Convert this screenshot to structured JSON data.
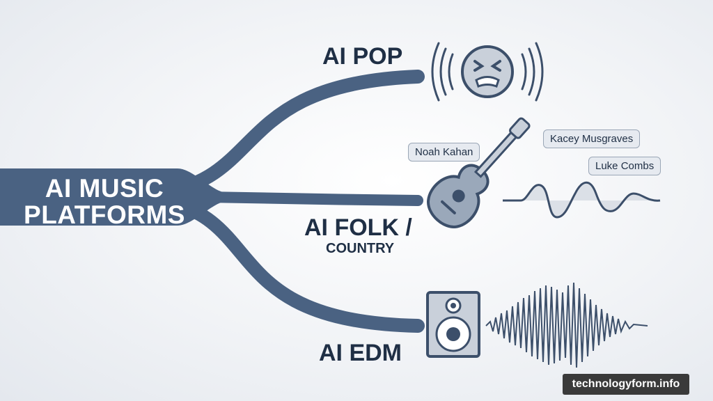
{
  "root": {
    "line1": "AI MUSIC",
    "line2": "PLATFORMS"
  },
  "branches": {
    "pop": {
      "label": "AI POP",
      "icon": "screaming-face-icon"
    },
    "folk": {
      "line1": "AI FOLK /",
      "line2": "COUNTRY",
      "icon": "acoustic-guitar-icon",
      "artists": [
        "Noah Kahan",
        "Kacey Musgraves",
        "Luke Combs"
      ]
    },
    "edm": {
      "label": "AI EDM",
      "icon": "speaker-icon"
    }
  },
  "watermark": "technologyform.info",
  "colors": {
    "branch": "#4a6282",
    "ink": "#1f2f45",
    "tag_bg": "#e6eaf0"
  }
}
